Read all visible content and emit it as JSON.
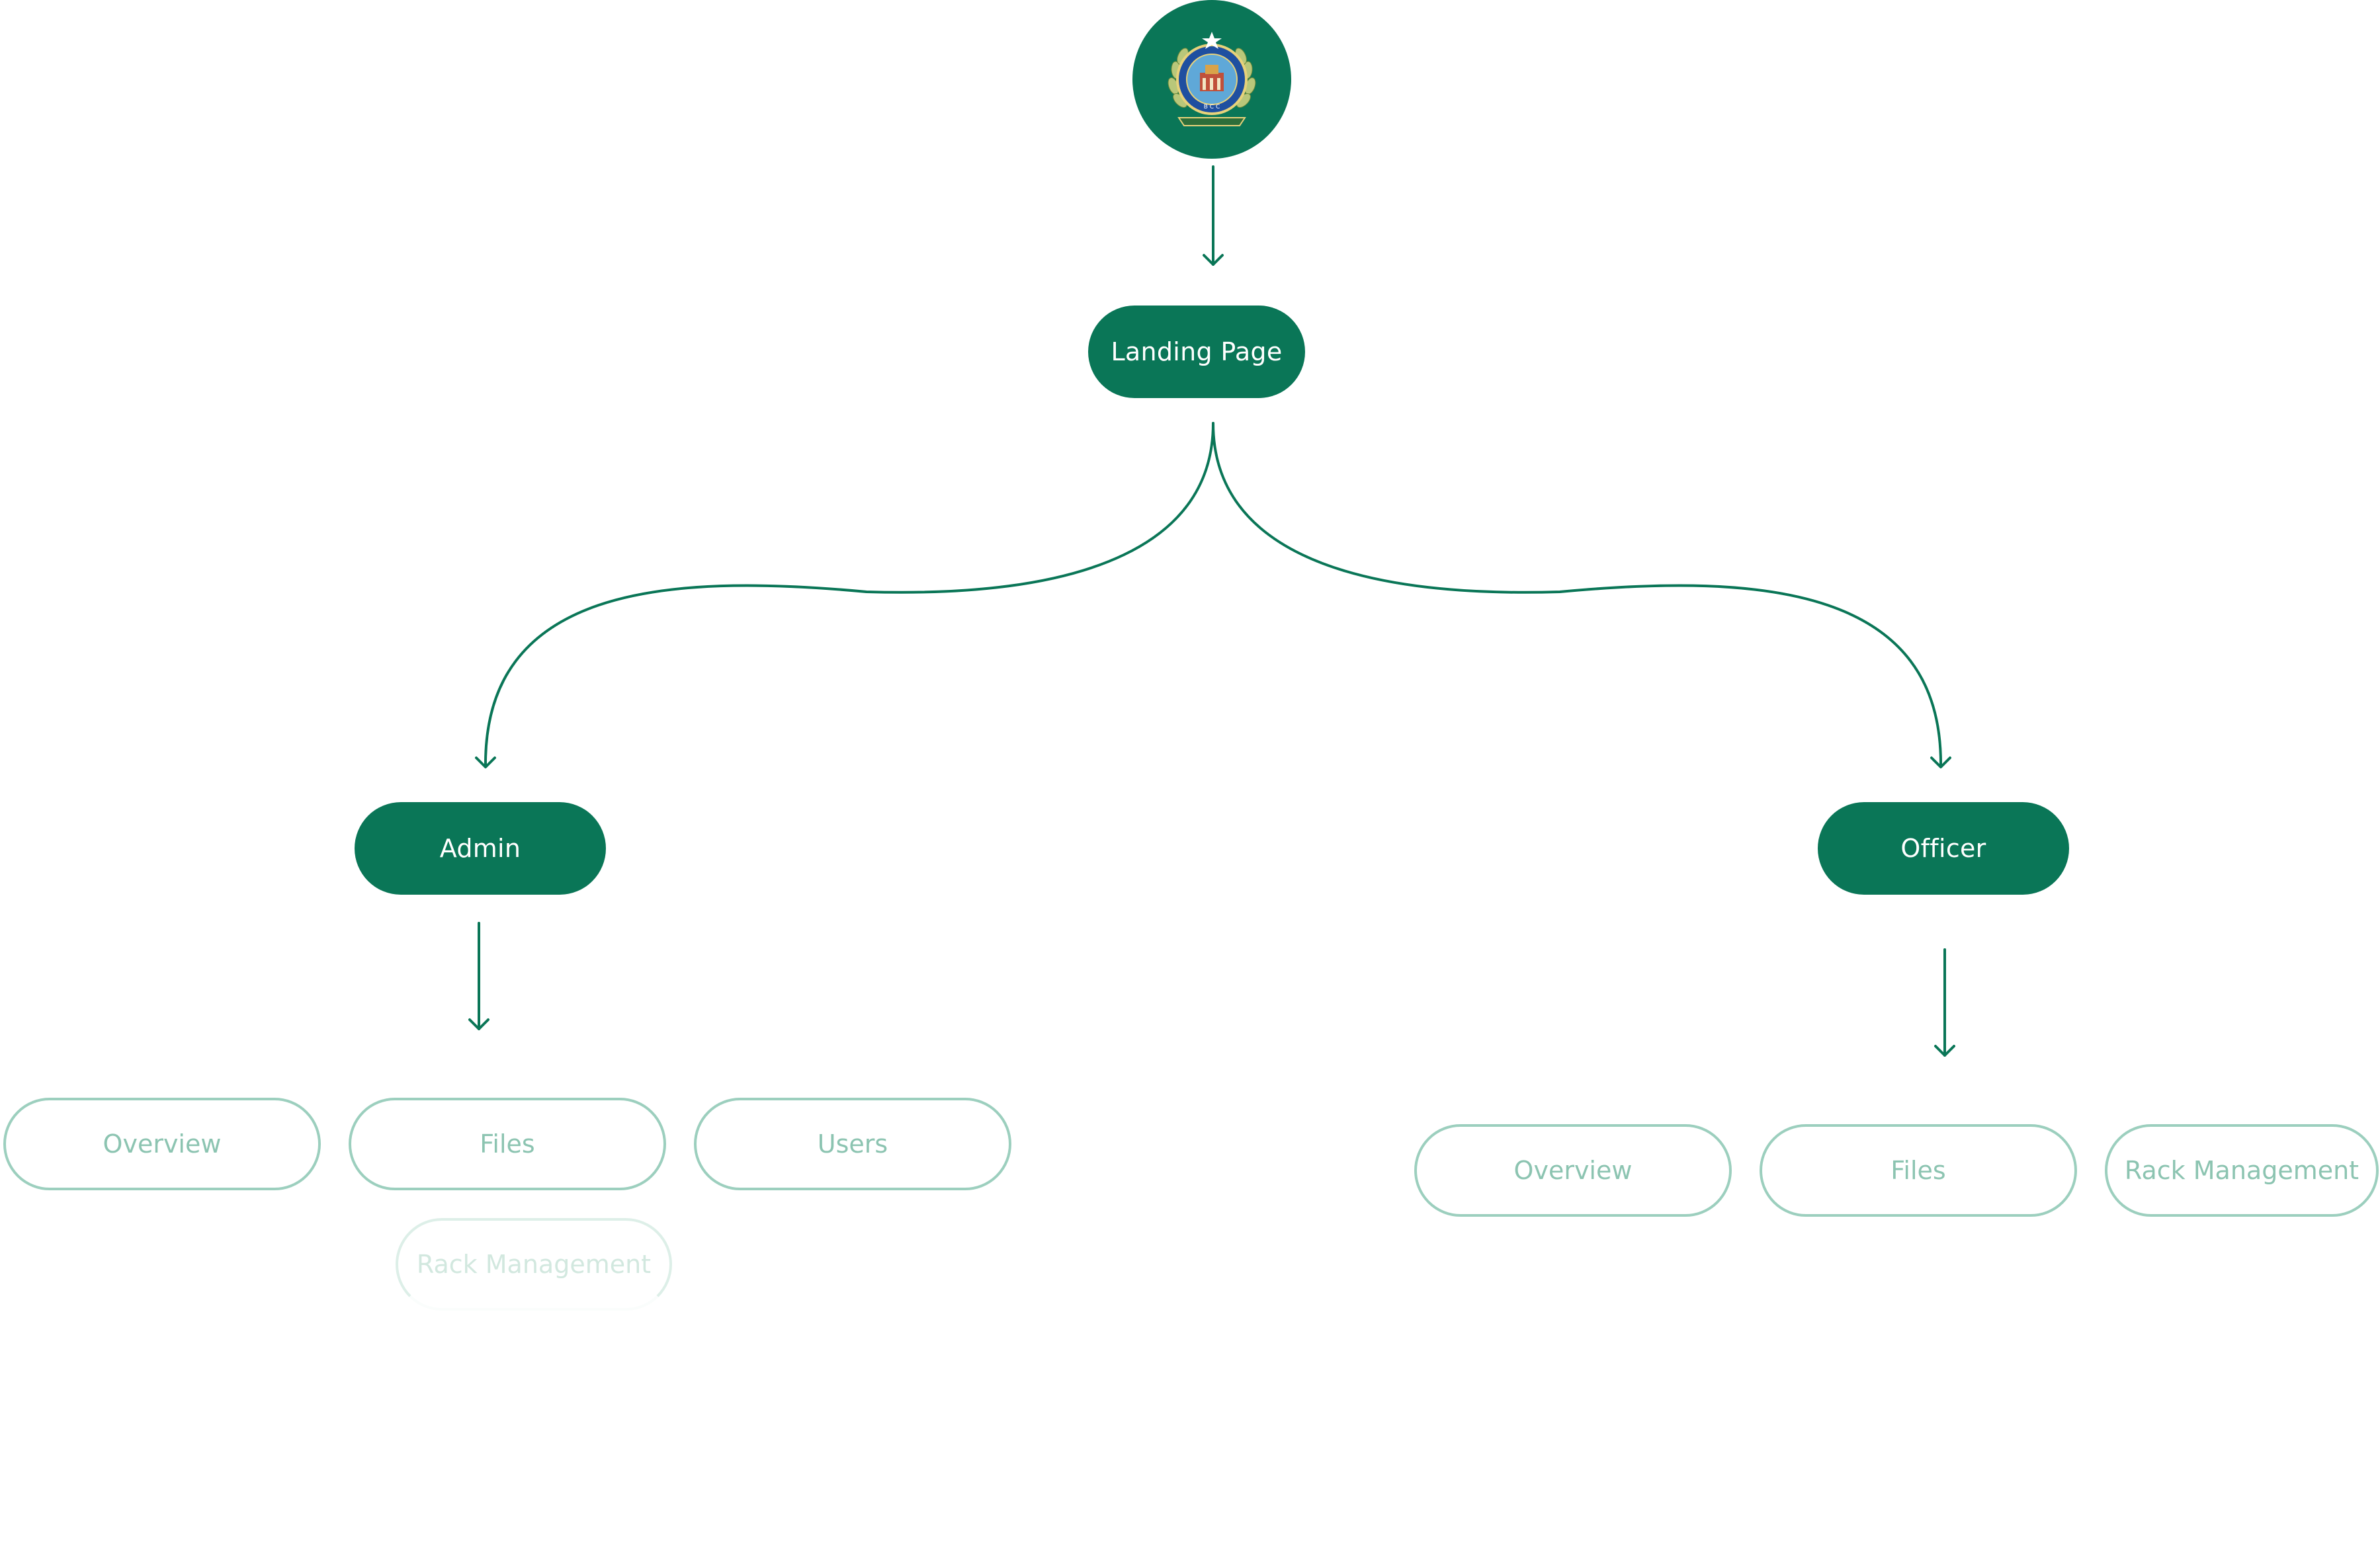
{
  "colors": {
    "primary": "#0a7657",
    "secondary_border": "#9ccfbe",
    "secondary_text": "#8cc4b1",
    "background": "#ffffff"
  },
  "logo": {
    "icon": "emblem-logo-icon",
    "text": "B C C"
  },
  "flow": {
    "landing": "Landing Page",
    "admin": {
      "label": "Admin",
      "pages": [
        "Overview",
        "Files",
        "Users",
        "Rack Management"
      ]
    },
    "officer": {
      "label": "Officer",
      "pages": [
        "Overview",
        "Files",
        "Rack Management"
      ]
    }
  }
}
